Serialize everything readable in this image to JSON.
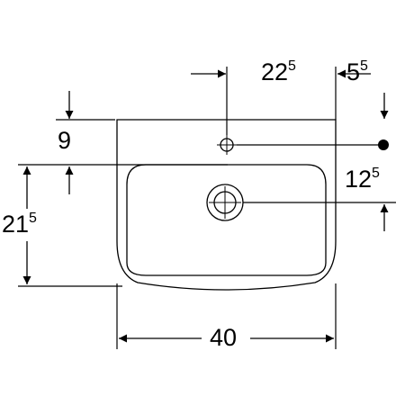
{
  "dimensions": {
    "tap_hole_offset": {
      "main": "22",
      "sup": "5"
    },
    "rim_to_wall": {
      "main": "5",
      "sup": "5"
    },
    "back_to_tap_hole": {
      "main": "9",
      "sup": ""
    },
    "tap_to_drain": {
      "main": "12",
      "sup": "5"
    },
    "front_to_drain": {
      "main": "21",
      "sup": "5"
    },
    "overall_width": {
      "main": "40",
      "sup": ""
    }
  }
}
